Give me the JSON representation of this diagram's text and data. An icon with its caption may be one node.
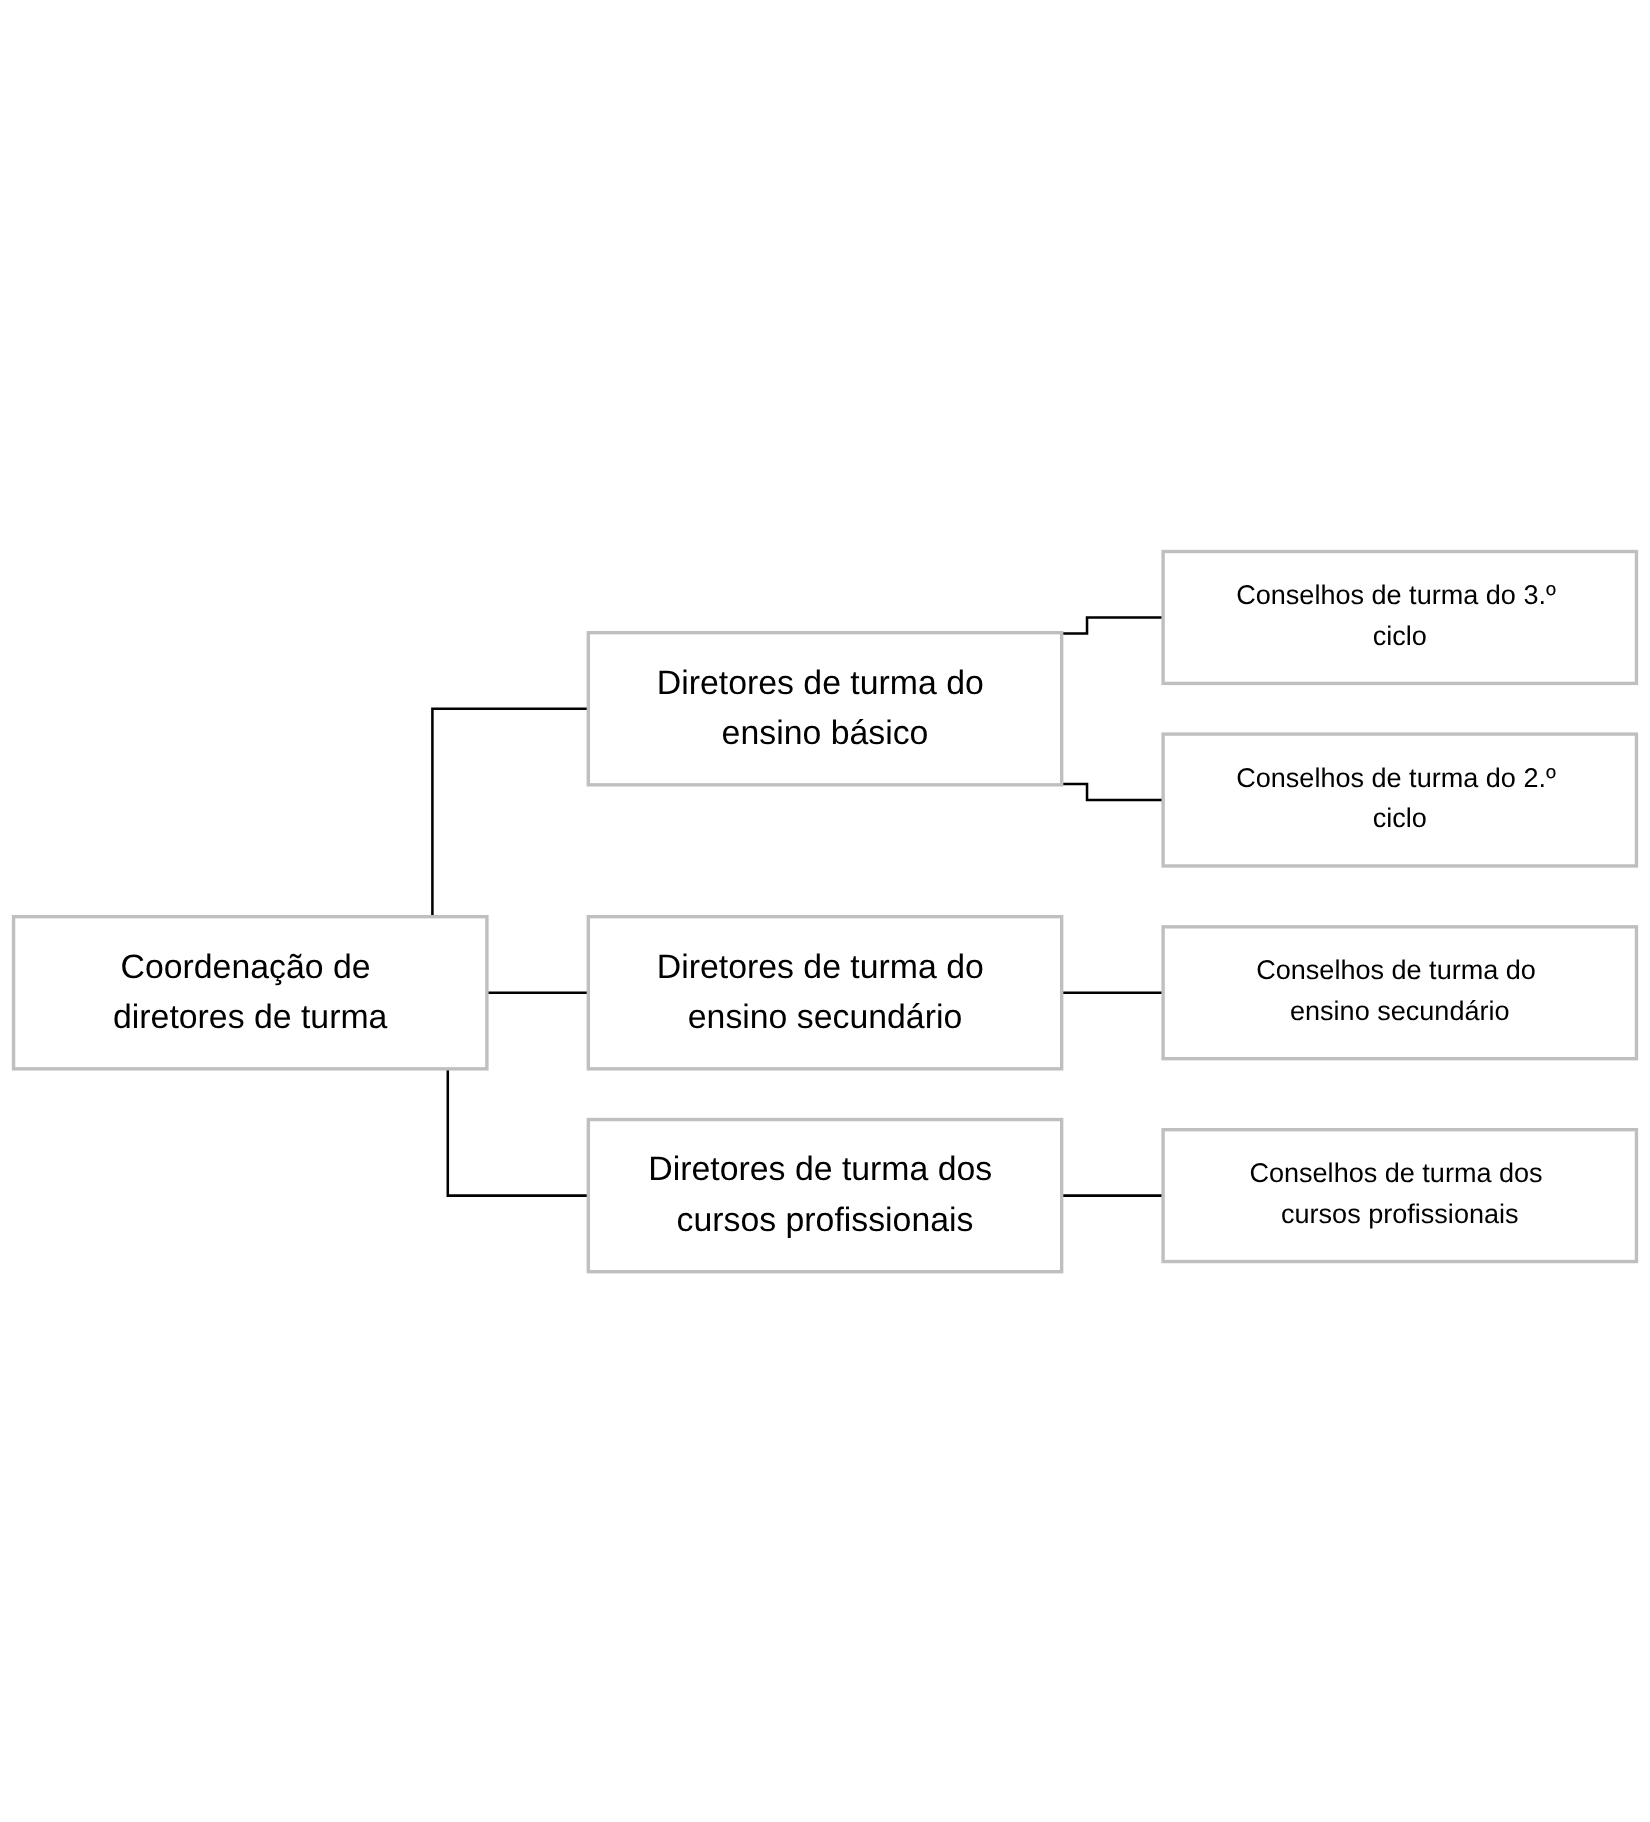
{
  "diagram": {
    "nodes": [
      {
        "text": [
          "Coordenação de diretores de turma"
        ]
      },
      {
        "text": [
          "Diretores de turma do ensino básico"
        ]
      },
      {
        "text": [
          "Conselhos de turma do 3.º ciclo"
        ]
      },
      {
        "text": [
          "Conselhos de turma do 2.º ciclo"
        ]
      },
      {
        "text": [
          "Diretores de turma do ensino secundário"
        ]
      },
      {
        "text": [
          "Conselhos de turma do ensino secundário"
        ]
      },
      {
        "text": [
          "Diretores de turma dos cursos profissionais"
        ]
      },
      {
        "text": [
          "Conselhos de turma dos cursos profissionais"
        ]
      }
    ],
    "edges": [
      {
        "from": 0,
        "to": 1,
        "arrow": "none"
      },
      {
        "from": 1,
        "to": 2,
        "arrow": "none"
      },
      {
        "from": 1,
        "to": 3,
        "arrow": "none"
      },
      {
        "from": 0,
        "to": 4,
        "arrow": "none"
      },
      {
        "from": 4,
        "to": 5,
        "arrow": "none"
      },
      {
        "from": 0,
        "to": 6,
        "arrow": "none"
      },
      {
        "from": 6,
        "to": 7,
        "arrow": "none"
      }
    ]
  }
}
